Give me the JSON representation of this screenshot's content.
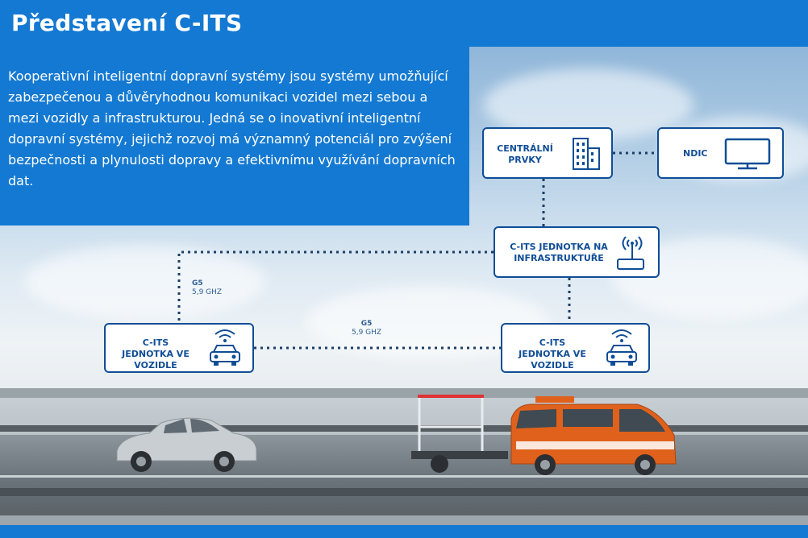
{
  "header": {
    "title": "Představení C-ITS"
  },
  "intro": {
    "text": "Kooperativní inteligentní dopravní systémy jsou systémy umožňující zabezpečenou a důvěryhodnou komunikaci vozidel mezi sebou a mezi vozidly a infrastrukturou. Jedná se o inovativní inteligentní dopravní systémy, jejichž rozvoj má významný potenciál pro zvýšení bezpečnosti a plynulosti dopravy a efektivnímu využívání dopravních dat."
  },
  "diagram": {
    "central": {
      "label": "Centrální prvky",
      "icon": "building-icon"
    },
    "ndic": {
      "label": "NDIC",
      "icon": "monitor-icon"
    },
    "infra": {
      "label": "C-ITS jednotka na infrastruktuře",
      "icon": "antenna-router-icon"
    },
    "vehicle_left": {
      "label": "C-ITS jednotka ve vozidle",
      "icon": "connected-car-icon"
    },
    "vehicle_right": {
      "label": "C-ITS jednotka ve vozidle",
      "icon": "connected-car-icon"
    },
    "link_left": {
      "tech": "G5",
      "freq": "5,9 GHZ"
    },
    "link_bottom": {
      "tech": "G5",
      "freq": "5,9 GHZ"
    }
  },
  "colors": {
    "brand_blue": "#1479d2",
    "node_border": "#0f4d96",
    "van_orange": "#e0611c"
  }
}
